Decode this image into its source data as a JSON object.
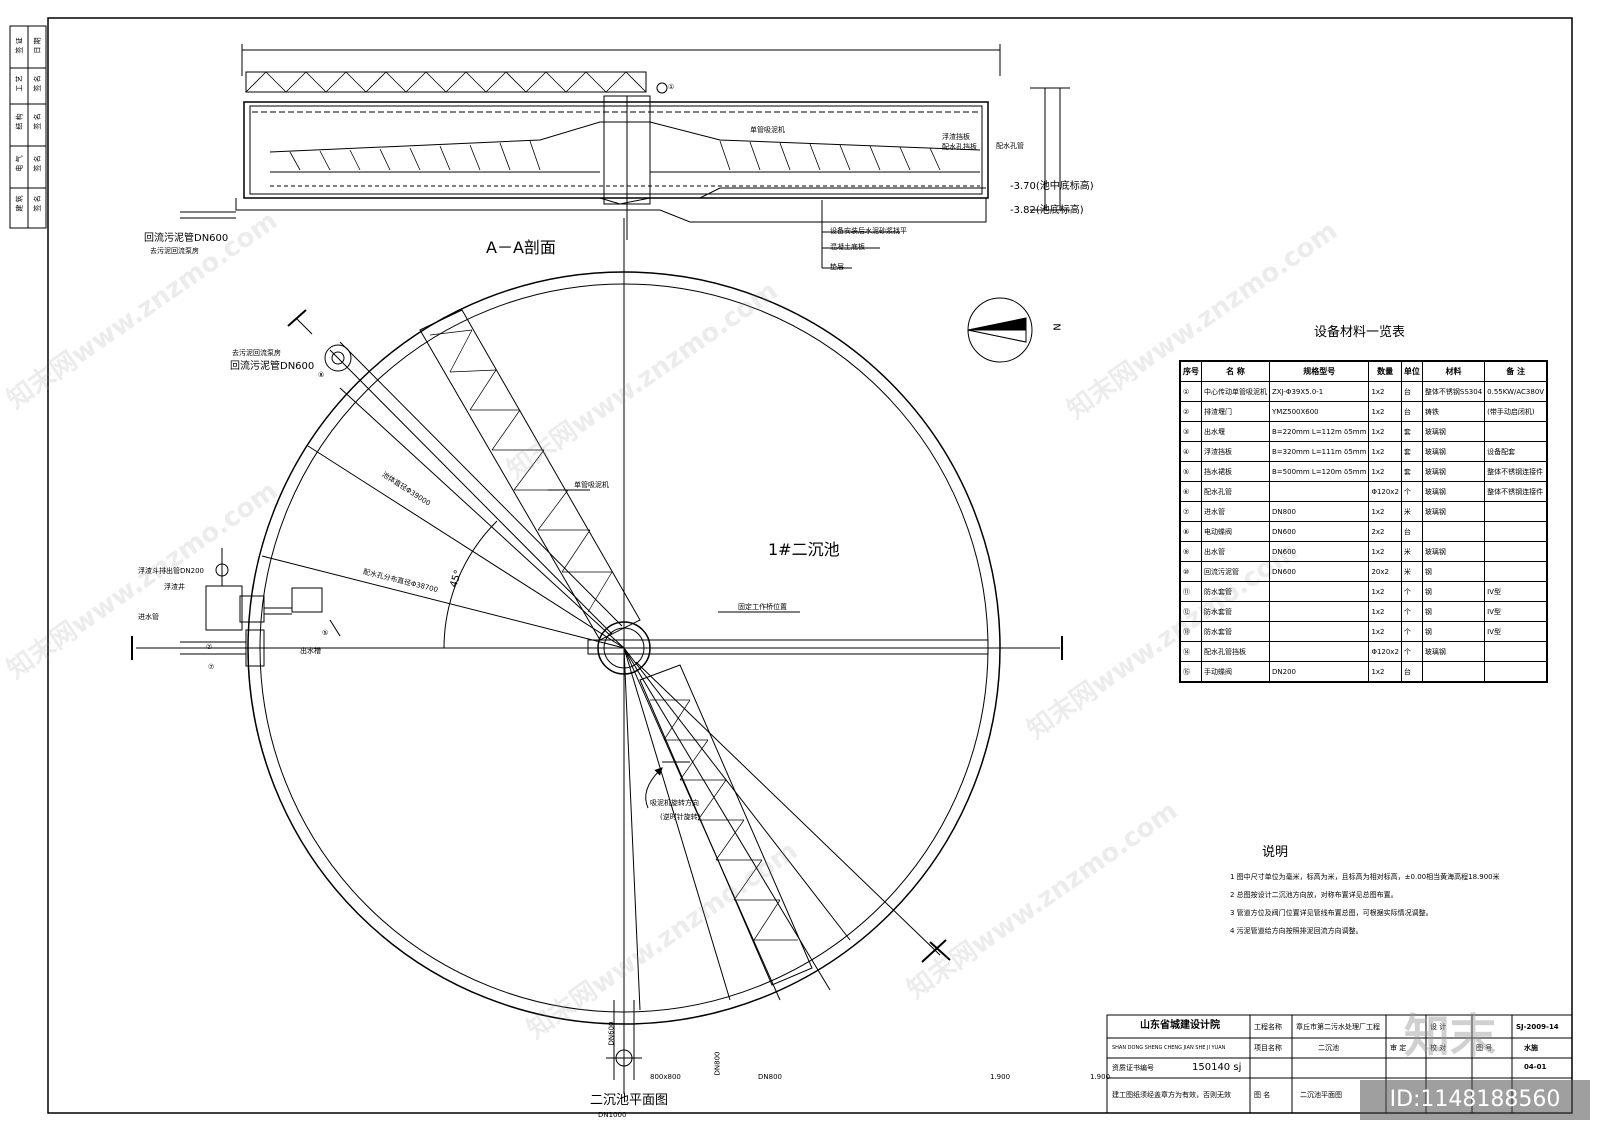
{
  "section": {
    "title": "A－A剖面",
    "label_mud_scraper": "单管吸泥机",
    "label_scum_baffle": "浮渣挡板",
    "label_overflow_weir": "配水孔挡板",
    "label_outlet_channel": "配水孔管",
    "elev_1": "-3.70(池中底标高)",
    "elev_2": "-3.82(池底标高)",
    "leg_1": "设备安装后水泥砂浆找平",
    "leg_2": "混凝土底板",
    "leg_3": "垫层",
    "return_pipe": "回流污泥管DN600",
    "return_pump": "去污泥回流泵房",
    "callout_1": "①"
  },
  "plan": {
    "pool_name": "1#二沉池",
    "title": "二沉池平面图",
    "angle": "45°",
    "mud_scraper": "单管吸泥机",
    "work_bridge": "固定工作桥位置",
    "dia_1": "池体直径Φ39000",
    "dia_2": "配水孔分布直径Φ38700",
    "rotation": "吸泥机旋转方向",
    "rotation_sub": "(逆时针旋转)",
    "scum_pipe": "浮渣斗排出管DN200",
    "scum_well": "浮渣井",
    "inlet": "进水管",
    "outlet_channel": "出水槽",
    "return_pump": "去污泥回流泵房",
    "return_pipe": "回流污泥管DN600",
    "pipe_dn600": "DN600",
    "pipe_dn800": "DN800",
    "pipe_dn1000": "DN1000",
    "dim_800": "800x800",
    "dn800_b": "DN800",
    "elev_a": "1.900",
    "elev_b": "1.900",
    "c2": "②",
    "c5": "⑤",
    "c7": "⑦",
    "c8": "⑧",
    "north": "N"
  },
  "equipment": {
    "title": "设备材料一览表",
    "headers": [
      "序号",
      "名 称",
      "规格型号",
      "数量",
      "单位",
      "材料",
      "备 注"
    ],
    "rows": [
      [
        "①",
        "中心传动单管吸泥机",
        "ZXJ-Φ39X5.0-1",
        "1x2",
        "台",
        "整体不锈钢SS304",
        "0.55KW/AC380V"
      ],
      [
        "②",
        "排渣堰门",
        "YMZ500X600",
        "1x2",
        "台",
        "铸铁",
        "(带手动启闭机)"
      ],
      [
        "③",
        "出水堰",
        "B=220mm L=112m δ5mm",
        "1x2",
        "套",
        "玻璃钢",
        ""
      ],
      [
        "④",
        "浮渣挡板",
        "B=320mm L=111m δ5mm",
        "1x2",
        "套",
        "玻璃钢",
        "设备配套"
      ],
      [
        "⑤",
        "挡水裙板",
        "B=500mm L=120m δ5mm",
        "1x2",
        "套",
        "玻璃钢",
        "整体不锈钢连接件"
      ],
      [
        "⑥",
        "配水孔管",
        "",
        "Φ120x2",
        "个",
        "玻璃钢",
        "整体不锈钢连接件"
      ],
      [
        "⑦",
        "进水管",
        "DN800",
        "1x2",
        "米",
        "玻璃钢",
        ""
      ],
      [
        "⑧",
        "电动蝶阀",
        "DN600",
        "2x2",
        "台",
        "",
        ""
      ],
      [
        "⑨",
        "出水管",
        "DN600",
        "1x2",
        "米",
        "玻璃钢",
        ""
      ],
      [
        "⑩",
        "回流污泥管",
        "DN600",
        "20x2",
        "米",
        "钢",
        ""
      ],
      [
        "⑪",
        "防水套管",
        "",
        "1x2",
        "个",
        "钢",
        "IV型"
      ],
      [
        "⑫",
        "防水套管",
        "",
        "1x2",
        "个",
        "钢",
        "IV型"
      ],
      [
        "⑬",
        "防水套管",
        "",
        "1x2",
        "个",
        "钢",
        "IV型"
      ],
      [
        "⑭",
        "配水孔管挡板",
        "",
        "Φ120x2",
        "个",
        "玻璃钢",
        ""
      ],
      [
        "⑮",
        "手动蝶阀",
        "DN200",
        "1x2",
        "台",
        "",
        ""
      ]
    ]
  },
  "notes": {
    "title": "说明",
    "items": [
      "1 图中尺寸单位为毫米，标高为米，且标高为相对标高，±0.00相当黄海高程18.900米",
      "2 总图按设计二沉池方向放，对称布置详见总图布置。",
      "3 管道方位及阀门位置详见管线布置总图，可根据实际情况调整。",
      "4 污泥管道给方向按照排泥回流方向调整。"
    ]
  },
  "titleblock": {
    "institute": "山东省城建设计院",
    "institute_en": "SHAN DONG SHENG CHENG JIAN SHE JI YUAN",
    "cert_label": "资质证书编号",
    "cert_no": "150140 sj",
    "usage_note": "建工图纸须经盖章方为有效，否则无效",
    "project_label": "工程名称",
    "project": "章丘市第二污水处理厂工程",
    "item_label": "项目名称",
    "item": "二沉池",
    "drawing_label": "图 名",
    "drawing": "二沉池平面图",
    "audit": "审 定",
    "check": "校 对",
    "design": "设 计",
    "drawing_no_label": "图 号",
    "drawing_no": "SJ-2009-14",
    "discipline": "水施",
    "sheet": "04-01"
  },
  "sidebar": [
    "签 证",
    "日 期",
    "工 艺",
    "签 名",
    "结 构",
    "签 名",
    "电 气",
    "签 名",
    "建 筑",
    "签 名"
  ],
  "watermark": {
    "text": "知末网www.znzmo.com",
    "logo": "知末",
    "id": "ID:1148188560"
  }
}
